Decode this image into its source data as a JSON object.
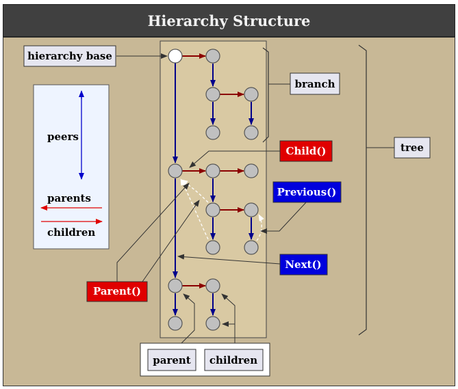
{
  "title": "Hierarchy Structure",
  "labels": {
    "hierarchy_base": "hierarchy base",
    "branch": "branch",
    "tree": "tree",
    "child": "Child()",
    "previous": "Previous()",
    "next": "Next()",
    "parent_fn": "Parent()",
    "parent": "parent",
    "children": "children"
  },
  "legend": {
    "peers": "peers",
    "parents": "parents",
    "children": "children"
  },
  "colors": {
    "panel": "#c8b896",
    "column": "#d9c9a3",
    "node": "#c0c0c0",
    "peer_arrow": "#00008b",
    "child_arrow": "#8b0000",
    "function_red": "#e00000",
    "function_blue": "#0000dd",
    "label_box": "#e6e6f0"
  }
}
